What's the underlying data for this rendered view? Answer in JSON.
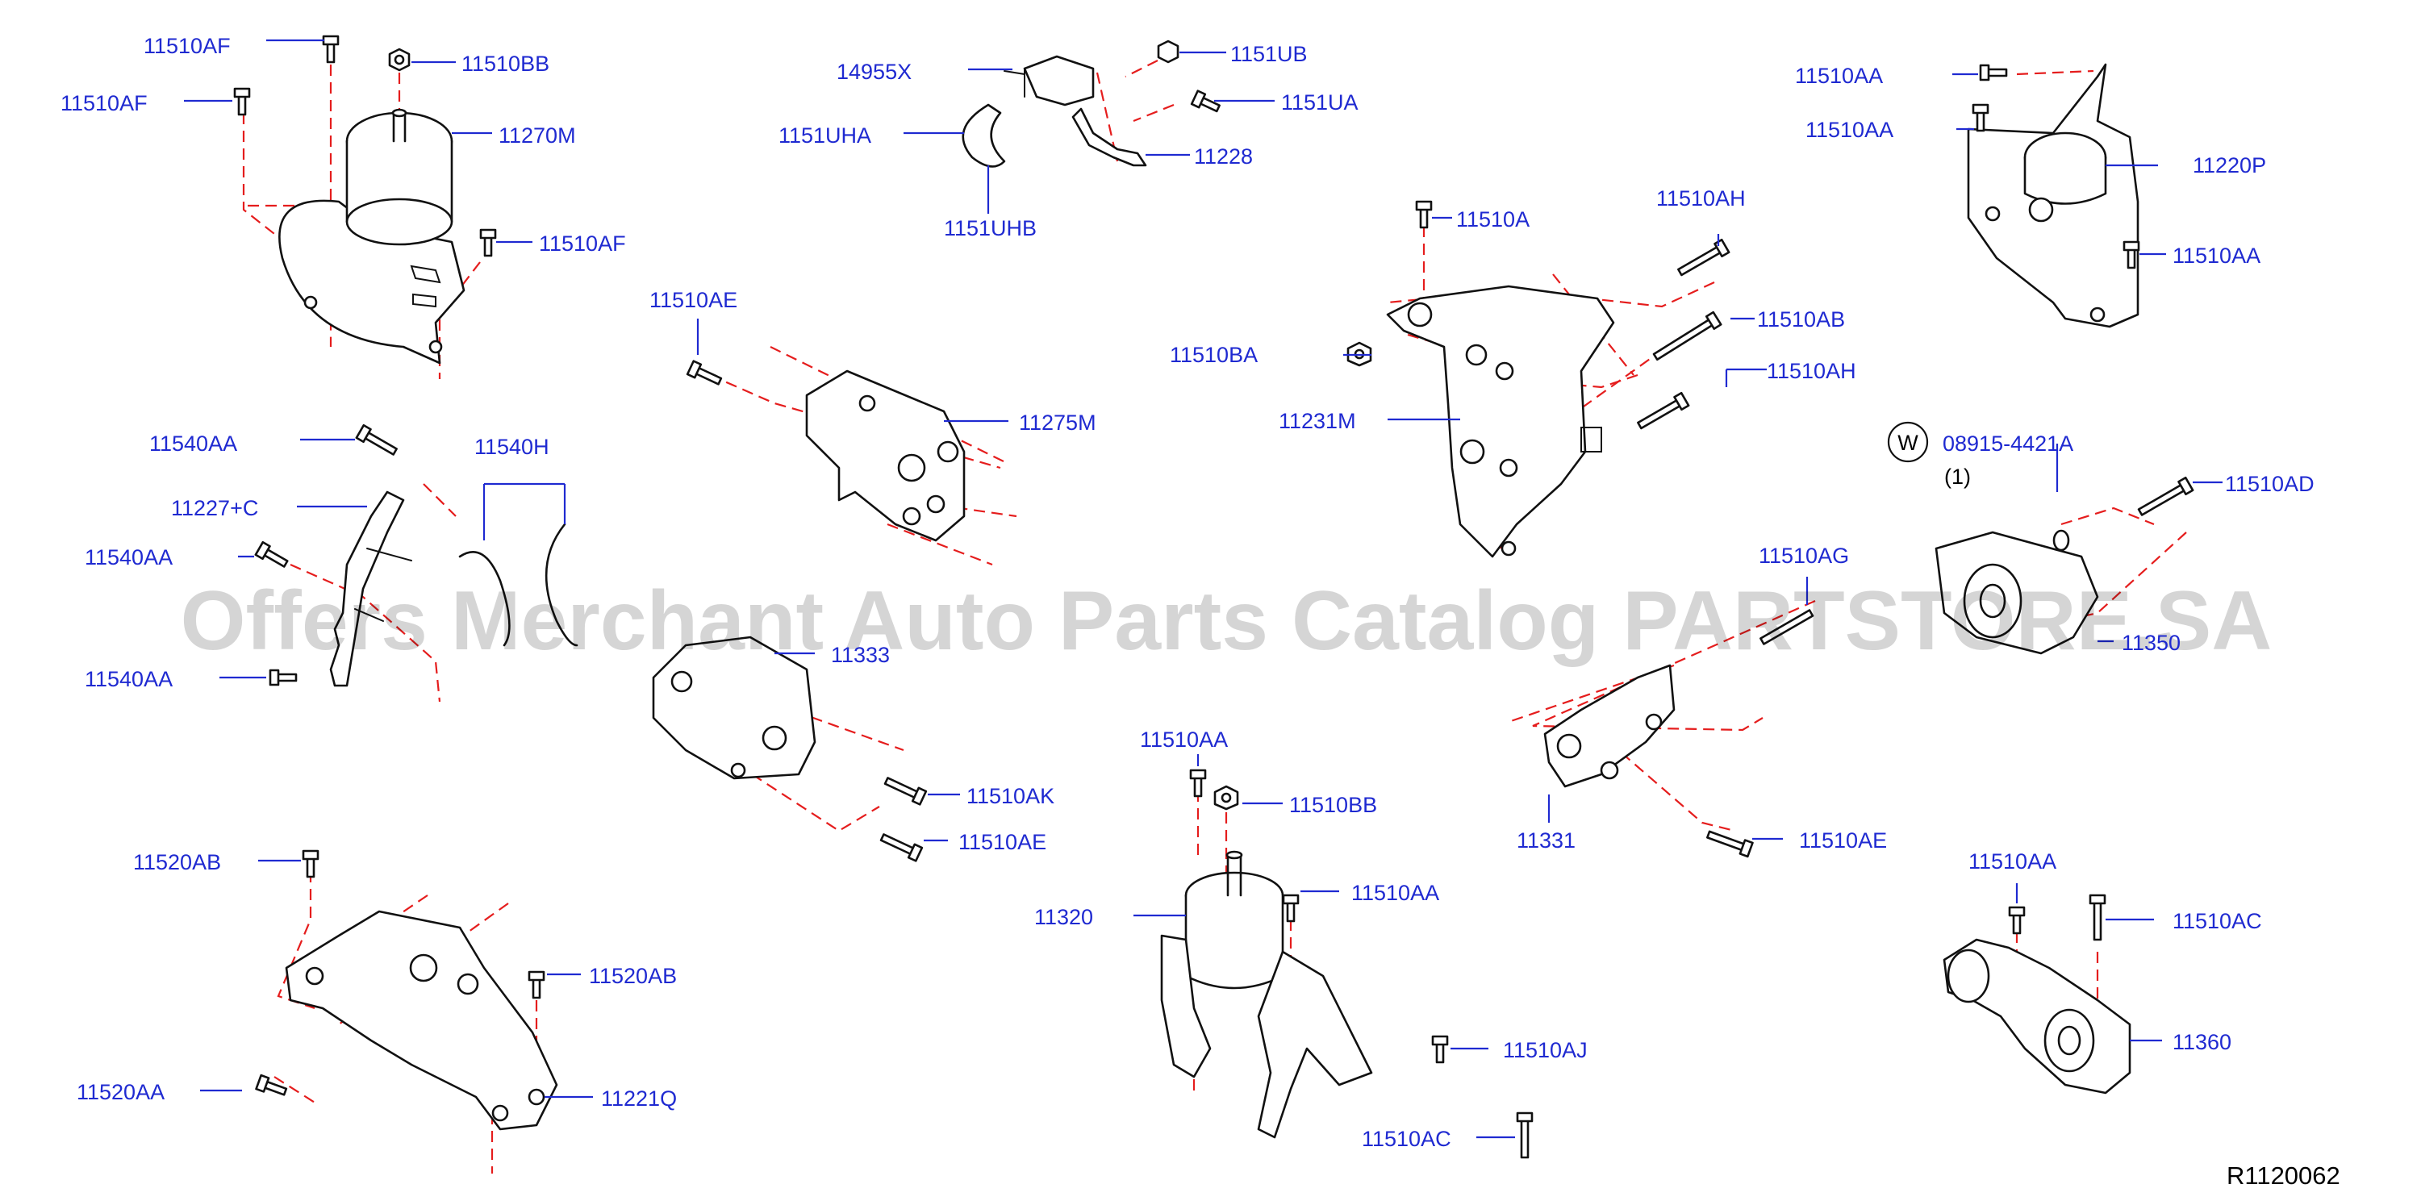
{
  "diagram": {
    "reference_code": "R1120062",
    "watermark": "Offers Merchant Auto Parts Catalog PARTSTORE.SA",
    "washer_symbol": "W",
    "washer_part": "08915-4421A",
    "washer_qty": "(1)",
    "labels": [
      "11510AF",
      "11510BB",
      "11510AF",
      "11270M",
      "11510AF",
      "14955X",
      "1151UB",
      "1151UA",
      "1151UHA",
      "11228",
      "1151UHB",
      "11510AA",
      "11510AA",
      "11220P",
      "11510AA",
      "11510A",
      "11510AH",
      "11510AB",
      "11510BA",
      "11510AH",
      "11231M",
      "11510AE",
      "11275M",
      "11540AA",
      "11540H",
      "11227+C",
      "11540AA",
      "11540AA",
      "11333",
      "11510AK",
      "11510AE",
      "11510AD",
      "11510AG",
      "11350",
      "11331",
      "11510AE",
      "11510AA",
      "11510BB",
      "11320",
      "11510AA",
      "11510AJ",
      "11510AC",
      "11520AB",
      "11520AB",
      "11520AA",
      "11221Q",
      "11510AA",
      "11510AC",
      "11360"
    ]
  }
}
